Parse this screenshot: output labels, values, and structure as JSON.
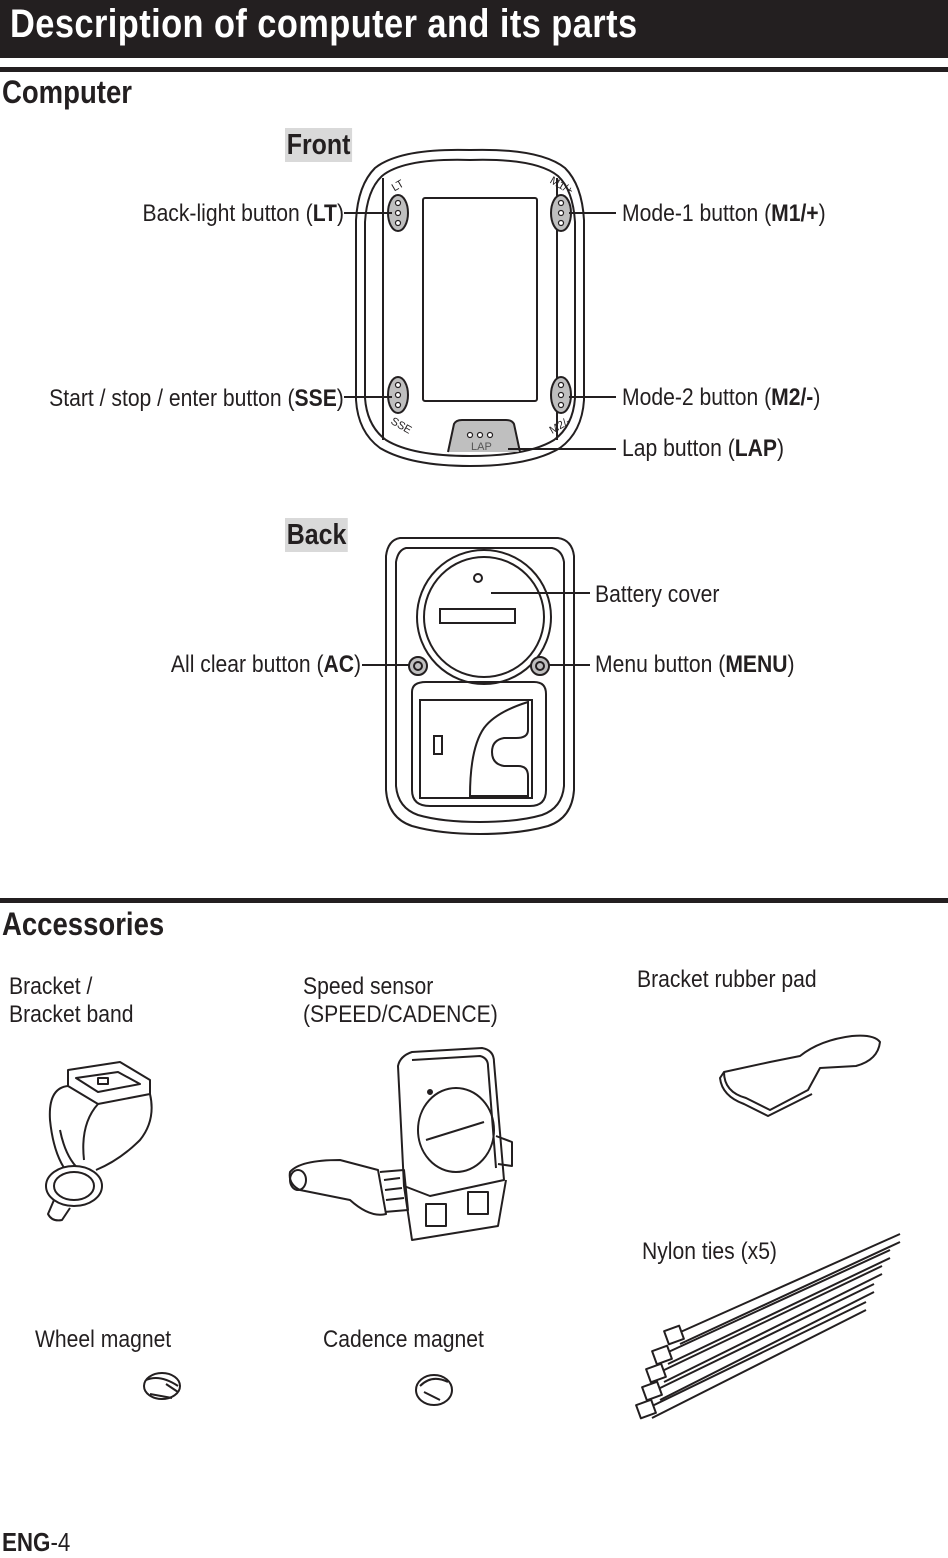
{
  "header": {
    "title": "Description of computer and its parts"
  },
  "computer": {
    "heading": "Computer",
    "front": {
      "heading": "Front",
      "device_labels": {
        "lt": "LT",
        "m1": "M1/+",
        "sse": "SSE",
        "m2": "M2/-",
        "lap": "LAP"
      },
      "callouts": {
        "backlight": {
          "prefix": "Back-light button (",
          "key": "LT",
          "suffix": ")"
        },
        "mode1": {
          "prefix": "Mode-1 button (",
          "key": "M1/+",
          "suffix": ")"
        },
        "sse": {
          "prefix": "Start / stop / enter button (",
          "key": "SSE",
          "suffix": ")"
        },
        "mode2": {
          "prefix": "Mode-2 button (",
          "key": "M2/-",
          "suffix": ")"
        },
        "lap": {
          "prefix": "Lap button  (",
          "key": "LAP",
          "suffix": ")"
        }
      }
    },
    "back": {
      "heading": "Back",
      "callouts": {
        "battery": "Battery cover",
        "allclear": {
          "prefix": "All clear button (",
          "key": "AC",
          "suffix": ")"
        },
        "menu": {
          "prefix": "Menu button (",
          "key": "MENU",
          "suffix": ")"
        }
      }
    }
  },
  "accessories": {
    "heading": "Accessories",
    "items": {
      "bracket": {
        "line1": "Bracket /",
        "line2": "Bracket band"
      },
      "speed_sensor": {
        "line1": "Speed sensor",
        "line2": "(SPEED/CADENCE)"
      },
      "rubber_pad": "Bracket rubber pad",
      "nylon_ties": "Nylon ties (x5)",
      "wheel_magnet": "Wheel magnet",
      "cadence_magnet": "Cadence magnet"
    }
  },
  "footer": {
    "prefix": "ENG",
    "page": "-4"
  },
  "colors": {
    "ink": "#231f20",
    "subhead_bg": "#d9d9d9"
  }
}
